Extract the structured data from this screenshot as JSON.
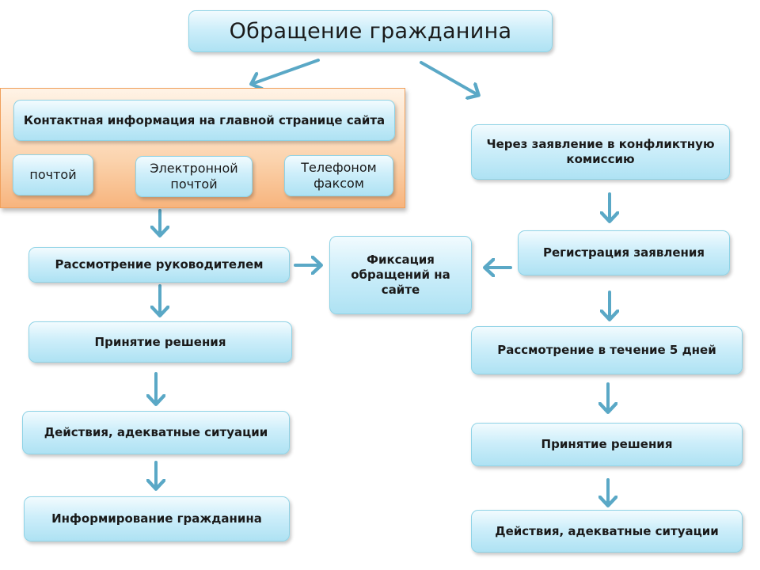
{
  "title": "Обращение гражданина",
  "left": {
    "contact_info": "Контактная информация на главной странице сайта",
    "channels": [
      "почтой",
      "Электронной почтой",
      "Телефоном факсом"
    ],
    "steps": [
      "Рассмотрение руководителем",
      "Принятие решения",
      "Действия, адекватные ситуации",
      "Информирование гражданина"
    ]
  },
  "center": {
    "fixation": "Фиксация обращений на сайте"
  },
  "right": {
    "application": "Через заявление в конфликтную комиссию",
    "steps": [
      "Регистрация заявления",
      "Рассмотрение в течение 5 дней",
      "Принятие решения",
      "Действия, адекватные ситуации"
    ]
  },
  "colors": {
    "arrow": "#5aa8c6",
    "box_border": "#8fd3e6",
    "panel": "#f7b47d"
  }
}
